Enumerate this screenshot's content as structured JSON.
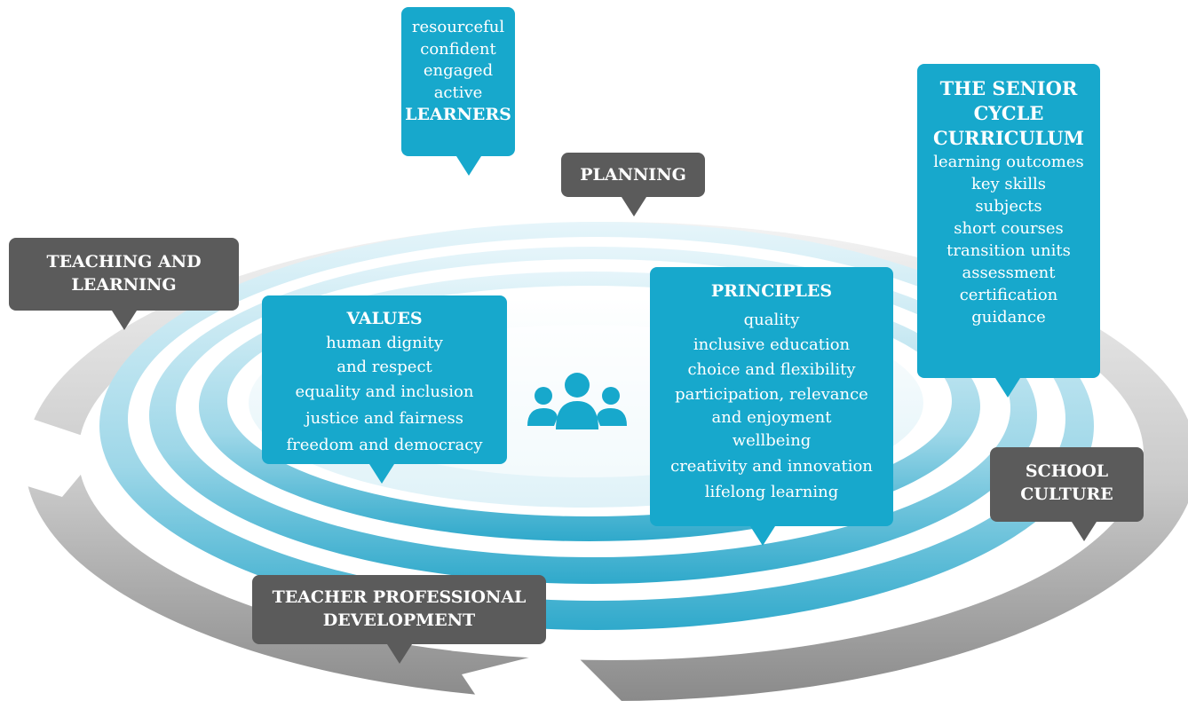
{
  "learners": {
    "items": [
      "resourceful",
      "confident",
      "engaged",
      "active"
    ],
    "title": "LEARNERS"
  },
  "planning": {
    "label": "PLANNING"
  },
  "teaching_and_learning": {
    "lines": [
      "TEACHING AND",
      "LEARNING"
    ]
  },
  "senior_cycle": {
    "title_lines": [
      "THE SENIOR",
      "CYCLE",
      "CURRICULUM"
    ],
    "items": [
      "learning outcomes",
      "key skills",
      "subjects",
      "short courses",
      "transition units",
      "assessment",
      "certification",
      "guidance"
    ]
  },
  "values": {
    "title": "VALUES",
    "items": [
      "human dignity",
      "and respect",
      "equality and inclusion",
      "justice and fairness",
      "freedom and democracy"
    ]
  },
  "principles": {
    "title": "PRINCIPLES",
    "items": [
      "quality",
      "inclusive education",
      "choice and flexibility",
      "participation, relevance",
      "and enjoyment",
      "wellbeing",
      "creativity and innovation",
      "lifelong learning"
    ]
  },
  "school_culture": {
    "lines": [
      "SCHOOL",
      "CULTURE"
    ]
  },
  "teacher_pd": {
    "lines": [
      "TEACHER PROFESSIONAL",
      "DEVELOPMENT"
    ]
  },
  "colors": {
    "blue_box": "#17a8cc",
    "grey_box": "#5b5b5b",
    "ring_blue": "#2fa9cb",
    "ring_grey": "#9a9a9a"
  },
  "center_icon": "people-group-icon"
}
